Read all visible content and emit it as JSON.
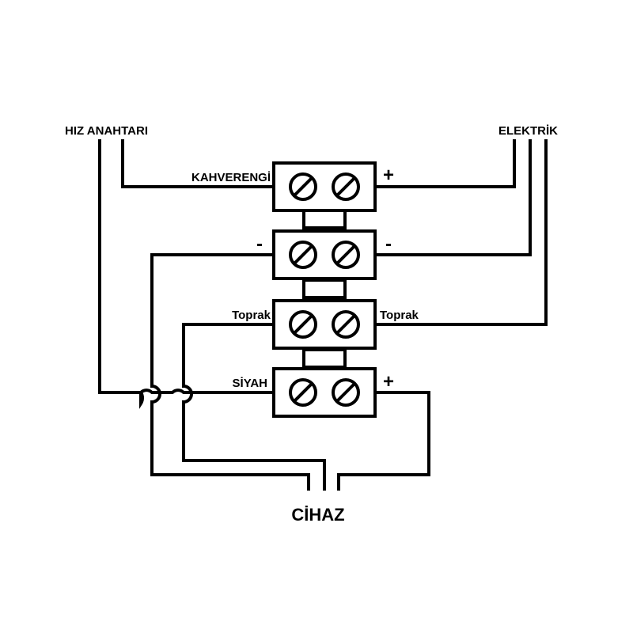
{
  "labels": {
    "speed_switch": "HIZ ANAHTARI",
    "electric": "ELEKTRİK",
    "brown": "KAHVERENGİ",
    "minus_left": "-",
    "minus_right": "-",
    "ground_left": "Toprak",
    "ground_right": "Toprak",
    "black": "SİYAH",
    "plus_top": "+",
    "plus_bottom": "+",
    "device": "CİHAZ"
  }
}
